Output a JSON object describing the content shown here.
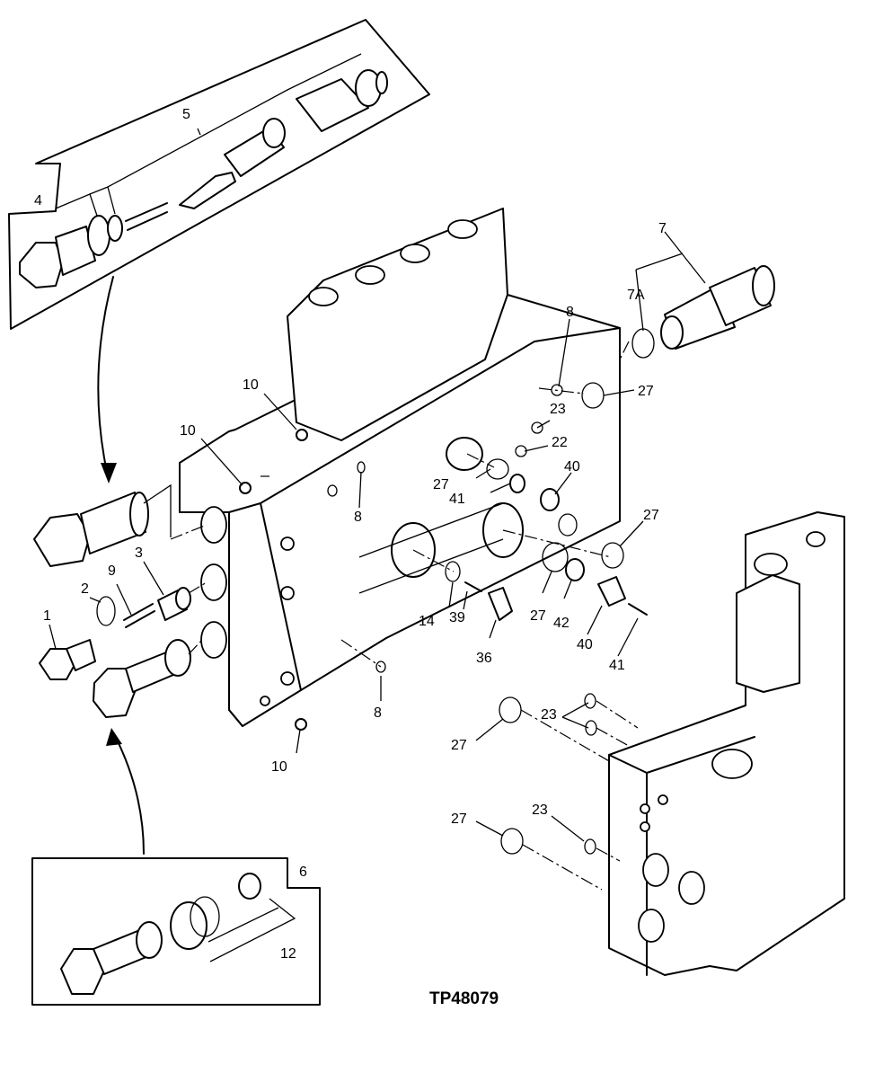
{
  "figure_id": "TP48079",
  "callouts": {
    "c1": "1",
    "c2": "2",
    "c3": "3",
    "c4": "4",
    "c5": "5",
    "c6": "6",
    "c7": "7",
    "c7a": "7A",
    "c8a": "8",
    "c8b": "8",
    "c8c": "8",
    "c9": "9",
    "c10a": "10",
    "c10b": "10",
    "c10c": "10",
    "c12": "12",
    "c14": "14",
    "c22": "22",
    "c23a": "23",
    "c23b": "23",
    "c23c": "23",
    "c27a": "27",
    "c27b": "27",
    "c27c": "27",
    "c27d": "27",
    "c27e": "27",
    "c27f": "27",
    "c36": "36",
    "c39": "39",
    "c40a": "40",
    "c40b": "40",
    "c41a": "41",
    "c41b": "41",
    "c42": "42"
  }
}
